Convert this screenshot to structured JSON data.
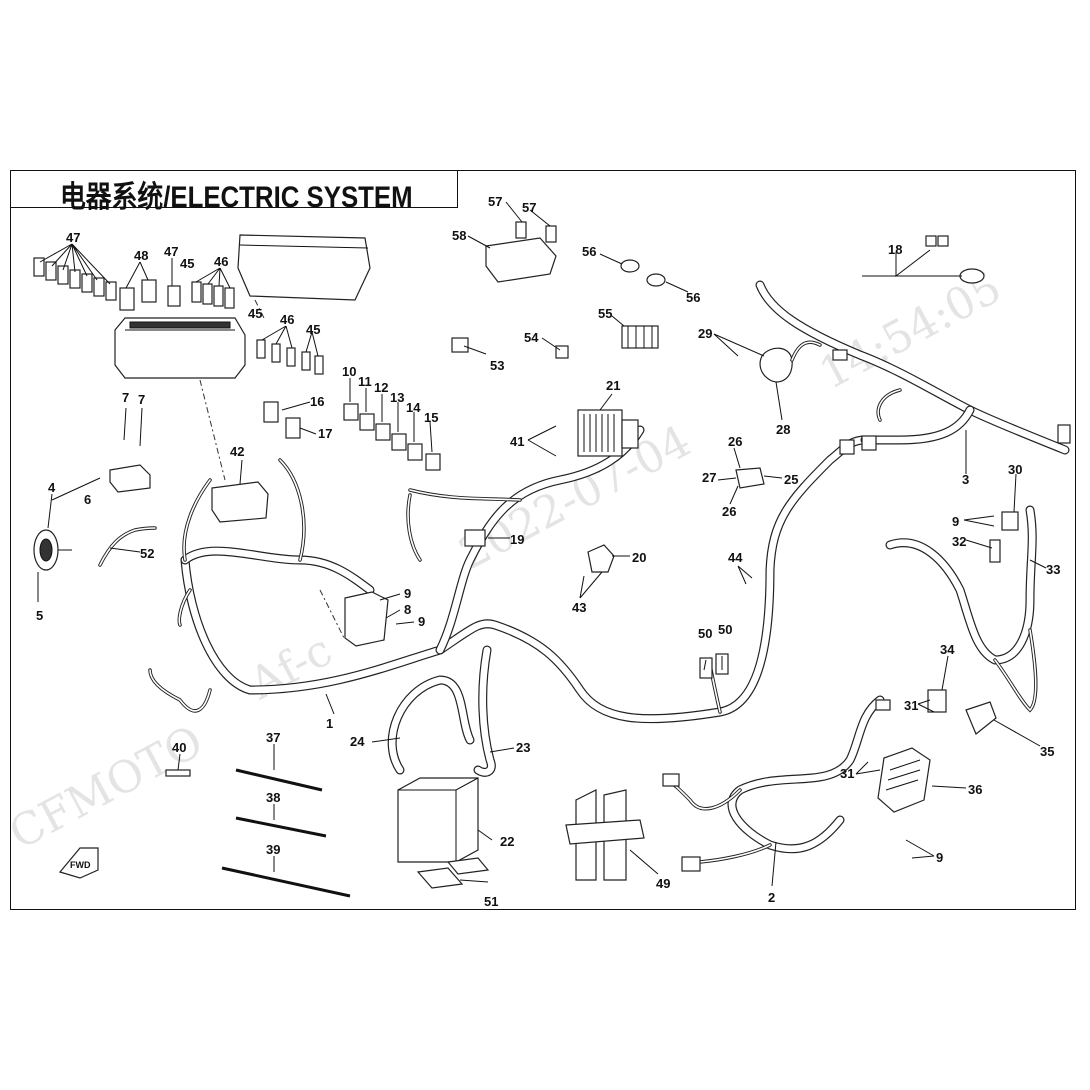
{
  "title": "电器系统/ELECTRIC SYSTEM",
  "watermarks": {
    "brand": "CFMOTO",
    "date": "2022-07-04",
    "time": "14:54:05",
    "code": "Af-c"
  },
  "fwd_label": "FWD",
  "callouts": {
    "c1": "1",
    "c2": "2",
    "c3": "3",
    "c4": "4",
    "c5": "5",
    "c6": "6",
    "c7a": "7",
    "c7b": "7",
    "c8": "8",
    "c9a": "9",
    "c9b": "9",
    "c9c": "9",
    "c9d": "9",
    "c10": "10",
    "c11": "11",
    "c12": "12",
    "c13": "13",
    "c14": "14",
    "c15": "15",
    "c16": "16",
    "c17": "17",
    "c18": "18",
    "c19": "19",
    "c20": "20",
    "c21": "21",
    "c22": "22",
    "c23": "23",
    "c24": "24",
    "c25": "25",
    "c26a": "26",
    "c26b": "26",
    "c27": "27",
    "c28": "28",
    "c29": "29",
    "c30": "30",
    "c31a": "31",
    "c31b": "31",
    "c32": "32",
    "c33": "33",
    "c34": "34",
    "c35": "35",
    "c36": "36",
    "c37": "37",
    "c38": "38",
    "c39": "39",
    "c40": "40",
    "c41": "41",
    "c42": "42",
    "c43": "43",
    "c44": "44",
    "c45a": "45",
    "c45b": "45",
    "c45c": "45",
    "c46a": "46",
    "c46b": "46",
    "c47a": "47",
    "c47b": "47",
    "c48": "48",
    "c49": "49",
    "c50a": "50",
    "c50b": "50",
    "c51": "51",
    "c52": "52",
    "c53": "53",
    "c54": "54",
    "c55": "55",
    "c56a": "56",
    "c56b": "56",
    "c57a": "57",
    "c57b": "57",
    "c58": "58"
  }
}
